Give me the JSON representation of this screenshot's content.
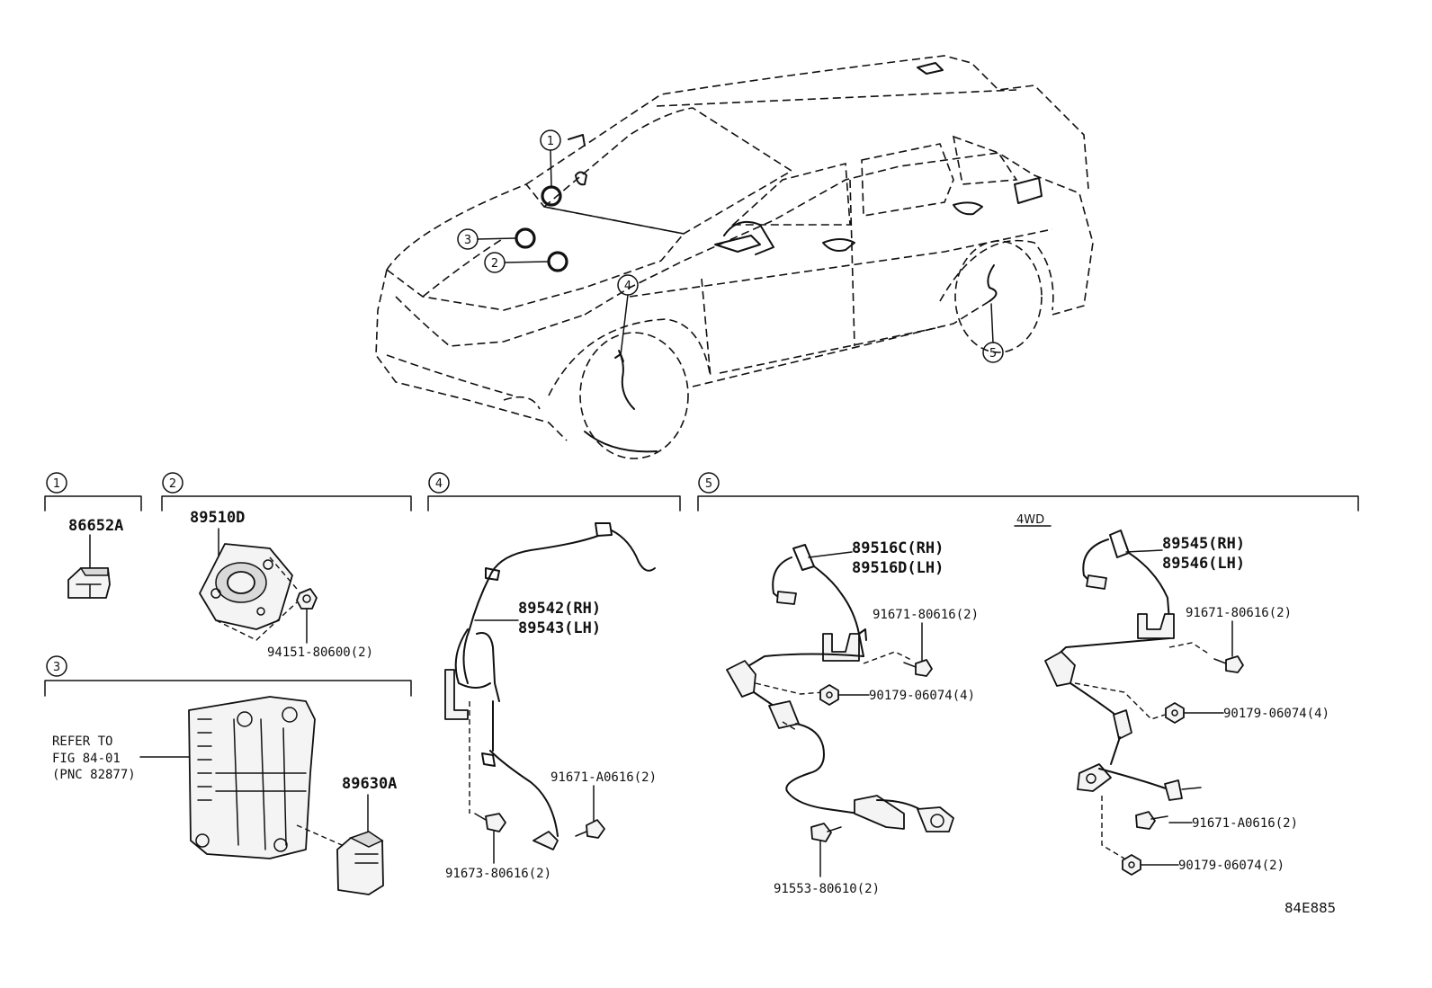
{
  "callouts": {
    "c1": "1",
    "c2": "2",
    "c3": "3",
    "c4": "4",
    "c5": "5"
  },
  "sections": {
    "s1": {
      "index": "1"
    },
    "s2": {
      "index": "2"
    },
    "s3": {
      "index": "3"
    },
    "s4": {
      "index": "4"
    },
    "s5": {
      "index": "5",
      "subtitle": "4WD"
    }
  },
  "labels": {
    "p86652A": "86652A",
    "p89510D": "89510D",
    "p94151": "94151-80600(2)",
    "refer1": "REFER TO",
    "refer2": "FIG 84-01",
    "refer3": "(PNC 82877)",
    "p89630A": "89630A",
    "p89542": "89542(RH)",
    "p89543": "89543(LH)",
    "p91671a_s4": "91671-A0616(2)",
    "p91673": "91673-80616(2)",
    "p89516C": "89516C(RH)",
    "p89516D": "89516D(LH)",
    "p91671_80616_a": "91671-80616(2)",
    "p90179_4a": "90179-06074(4)",
    "p91553": "91553-80610(2)",
    "p89545": "89545(RH)",
    "p89546": "89546(LH)",
    "p91671_80616_b": "91671-80616(2)",
    "p90179_4b": "90179-06074(4)",
    "p91671a_s5": "91671-A0616(2)",
    "p90179_2": "90179-06074(2)"
  },
  "figure_code": "84E885"
}
